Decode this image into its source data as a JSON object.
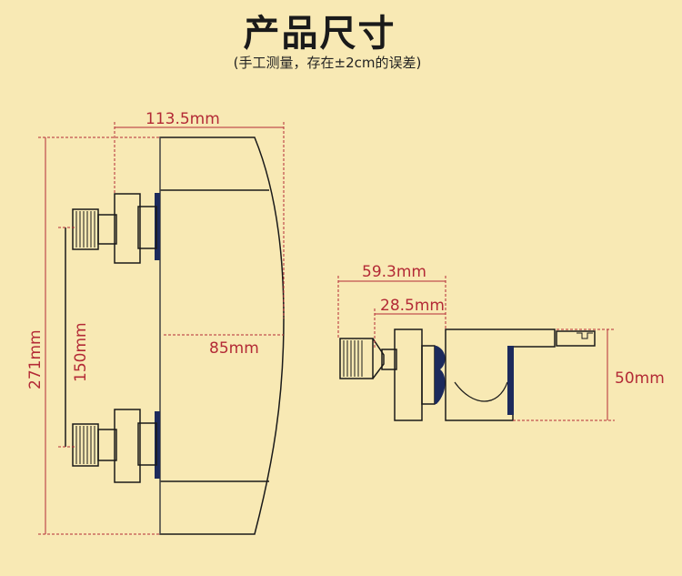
{
  "header": {
    "title": "产品尺寸",
    "subtitle": "(手工测量，存在±2cm的误差)"
  },
  "front_view": {
    "width_label": "113.5mm",
    "height_label": "271mm",
    "spacing_label": "150mm",
    "depth_label": "85mm"
  },
  "side_view": {
    "overall_label": "59.3mm",
    "inner_label": "28.5mm",
    "height_label": "50mm"
  },
  "colors": {
    "background": "#f8e9b4",
    "dimension": "#b32a36",
    "outline": "#1a1a1a",
    "accent": "#1c2a5c"
  }
}
